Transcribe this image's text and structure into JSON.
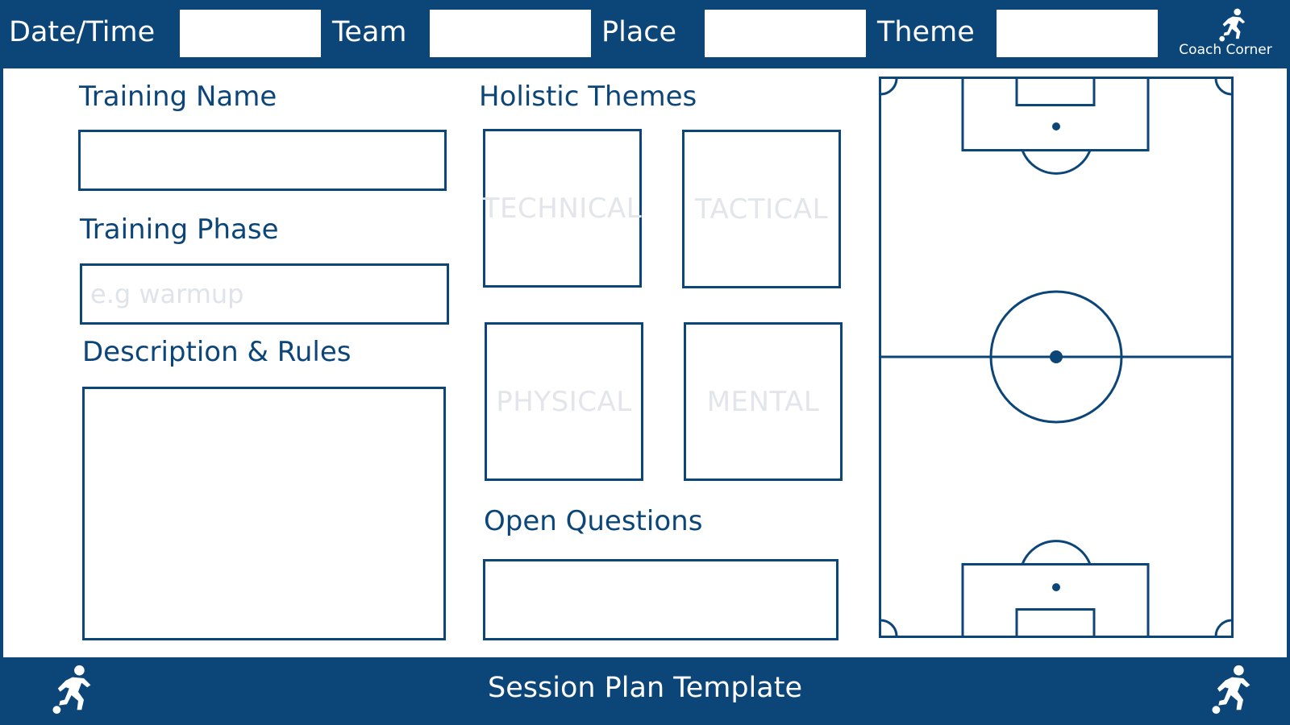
{
  "header": {
    "date_time_label": "Date/Time",
    "team_label": "Team",
    "place_label": "Place",
    "theme_label": "Theme",
    "date_time_value": "",
    "team_value": "",
    "place_value": "",
    "theme_value": "",
    "brand_name": "Coach Corner",
    "brand_icon": "footballer-icon"
  },
  "left": {
    "training_name_label": "Training Name",
    "training_name_value": "",
    "training_phase_label": "Training Phase",
    "training_phase_placeholder": "e.g warmup",
    "description_label": "Description & Rules",
    "description_value": ""
  },
  "middle": {
    "holistic_themes_label": "Holistic Themes",
    "themes": [
      "TECHNICAL",
      "TACTICAL",
      "PHYSICAL",
      "MENTAL"
    ],
    "open_questions_label": "Open Questions",
    "open_questions_value": ""
  },
  "pitch": {
    "icon": "football-pitch-diagram"
  },
  "footer": {
    "title": "Session Plan Template",
    "left_icon": "footballer-icon",
    "right_icon": "footballer-icon"
  },
  "colors": {
    "primary": "#0c4679",
    "background": "#ffffff",
    "placeholder": "#e2e5ea"
  }
}
